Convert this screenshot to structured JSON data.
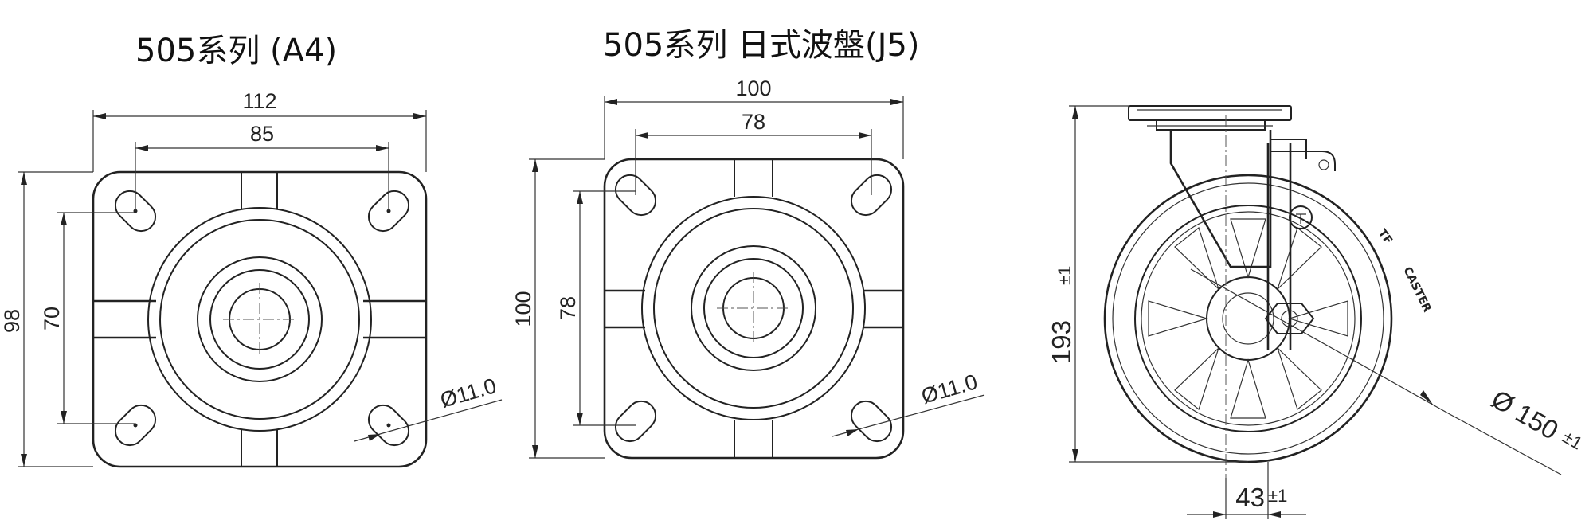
{
  "left_plate": {
    "title": "505系列 (A4)",
    "dims": {
      "width": "112",
      "bolt_x": "85",
      "height": "98",
      "bolt_y": "70",
      "hole": "Ø11.0"
    }
  },
  "middle_plate": {
    "title": "505系列 日式波盤(J5)",
    "dims": {
      "width": "100",
      "bolt_x": "78",
      "height": "100",
      "bolt_y": "78",
      "hole": "Ø11.0"
    }
  },
  "side_view": {
    "height": "193",
    "height_tol": "±1",
    "diameter": "Ø 150",
    "diameter_tol": "±1",
    "offset": "43",
    "offset_tol": "±1",
    "brand_text": [
      "TF",
      "CASTER"
    ]
  }
}
